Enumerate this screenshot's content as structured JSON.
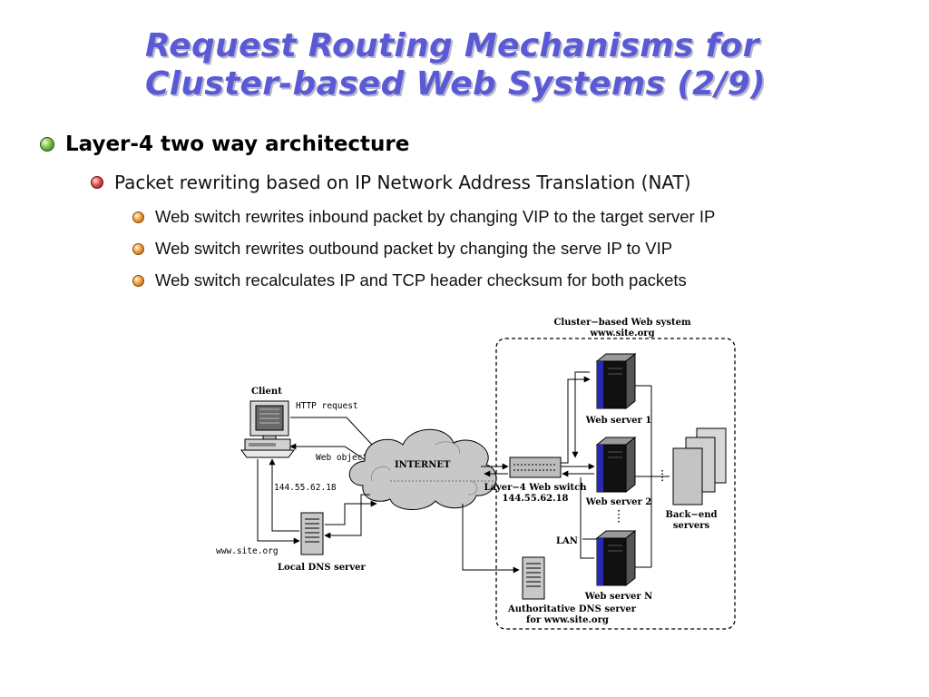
{
  "slide": {
    "title_line1": "Request Routing Mechanisms for",
    "title_line2": "Cluster-based Web Systems (2/9)",
    "bullet_l1": "Layer-4 two way architecture",
    "bullet_l2": "Packet rewriting based on IP Network Address Translation (NAT)",
    "bullets_l3": [
      "Web switch rewrites inbound packet by changing VIP to the target server IP",
      "Web switch rewrites outbound packet by changing the serve IP to VIP",
      "Web switch recalculates IP and TCP header checksum for both packets"
    ]
  },
  "diagram": {
    "cluster_title": "Cluster−based Web system",
    "cluster_site": "www.site.org",
    "client": "Client",
    "http_request": "HTTP request",
    "web_object": "Web object",
    "internet": "INTERNET",
    "client_ip": "144.55.62.18",
    "site_name": "www.site.org",
    "local_dns": "Local DNS server",
    "switch_label": "Layer−4 Web switch",
    "switch_ip": "144.55.62.18",
    "lan": "LAN",
    "server1": "Web server 1",
    "server2": "Web server 2",
    "serverN": "Web server N",
    "backend_line1": "Back−end",
    "backend_line2": "servers",
    "auth_dns_line1": "Authoritative DNS server",
    "auth_dns_line2": "for www.site.org"
  }
}
